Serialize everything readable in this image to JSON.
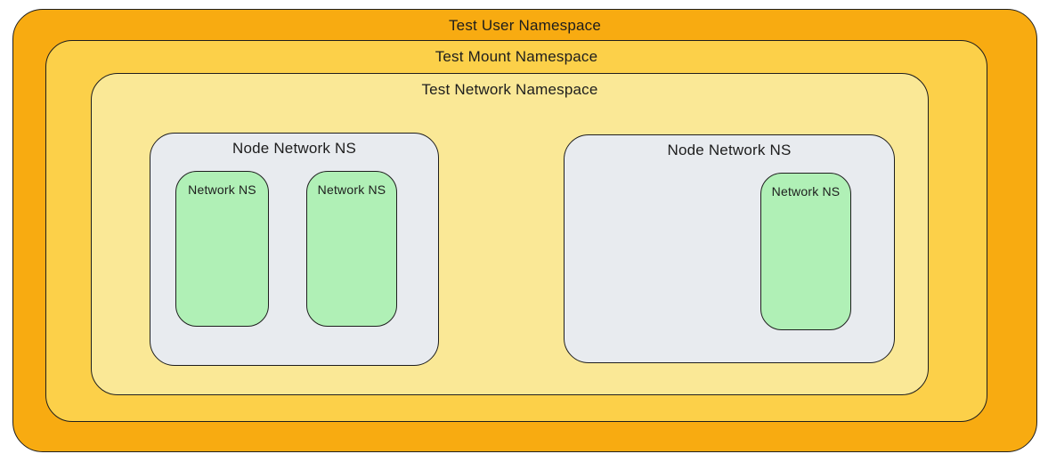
{
  "colors": {
    "background": "#ffffff",
    "stroke": "#1e1e1e",
    "text": "#1d1d1d",
    "user_ns_fill": "#F8AB11",
    "mount_ns_fill": "#FCD049",
    "network_ns_fill": "#FAE896",
    "node_ns_fill": "#E8EBEF",
    "inner_ns_fill": "#B0F0B6"
  },
  "namespaces": {
    "user_ns": {
      "label": "Test User Namespace"
    },
    "mount_ns": {
      "label": "Test Mount Namespace"
    },
    "network_ns": {
      "label": "Test Network Namespace"
    },
    "node_ns_left": {
      "label": "Node Network NS",
      "children": [
        {
          "label": "Network NS"
        },
        {
          "label": "Network NS"
        }
      ]
    },
    "node_ns_right": {
      "label": "Node Network NS",
      "children": [
        {
          "label": "Network NS"
        }
      ]
    }
  }
}
